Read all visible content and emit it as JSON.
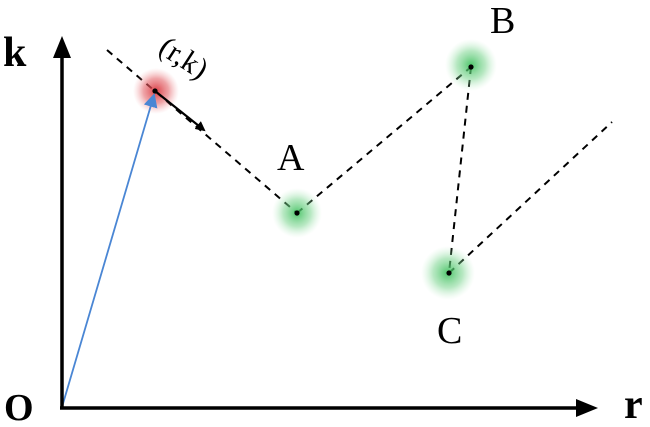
{
  "axes": {
    "vertical_label": "k",
    "horizontal_label": "r",
    "origin_label": "O"
  },
  "points": {
    "current": {
      "label": "(r,k)",
      "color": "#d9363e"
    },
    "a": {
      "label": "A",
      "color": "#3cbf5c"
    },
    "b": {
      "label": "B",
      "color": "#3cbf5c"
    },
    "c": {
      "label": "C",
      "color": "#3cbf5c"
    }
  },
  "colors": {
    "vector_arrow": "#4a86d4",
    "path": "#000000"
  }
}
